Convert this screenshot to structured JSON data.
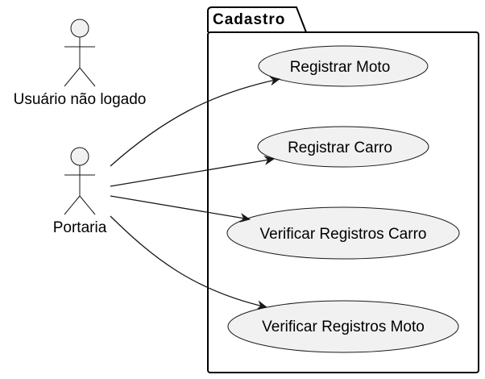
{
  "diagram": {
    "type": "use-case",
    "package": {
      "title": "Cadastro"
    },
    "actors": [
      {
        "id": "usuario",
        "label": "Usuário não logado"
      },
      {
        "id": "portaria",
        "label": "Portaria"
      }
    ],
    "use_cases": [
      {
        "id": "registrar-moto",
        "label": "Registrar Moto"
      },
      {
        "id": "registrar-carro",
        "label": "Registrar Carro"
      },
      {
        "id": "verificar-registros-carro",
        "label": "Verificar Registros Carro"
      },
      {
        "id": "verificar-registros-moto",
        "label": "Verificar Registros Moto"
      }
    ],
    "associations": [
      {
        "from": "portaria",
        "to": "registrar-moto"
      },
      {
        "from": "portaria",
        "to": "registrar-carro"
      },
      {
        "from": "portaria",
        "to": "verificar-registros-carro"
      },
      {
        "from": "portaria",
        "to": "verificar-registros-moto"
      }
    ],
    "colors": {
      "actor_fill": "#F1F1F1",
      "usecase_fill": "#F1F1F1",
      "stroke": "#181818",
      "package_fill": "#FFFFFF",
      "arrow": "#181818"
    }
  }
}
